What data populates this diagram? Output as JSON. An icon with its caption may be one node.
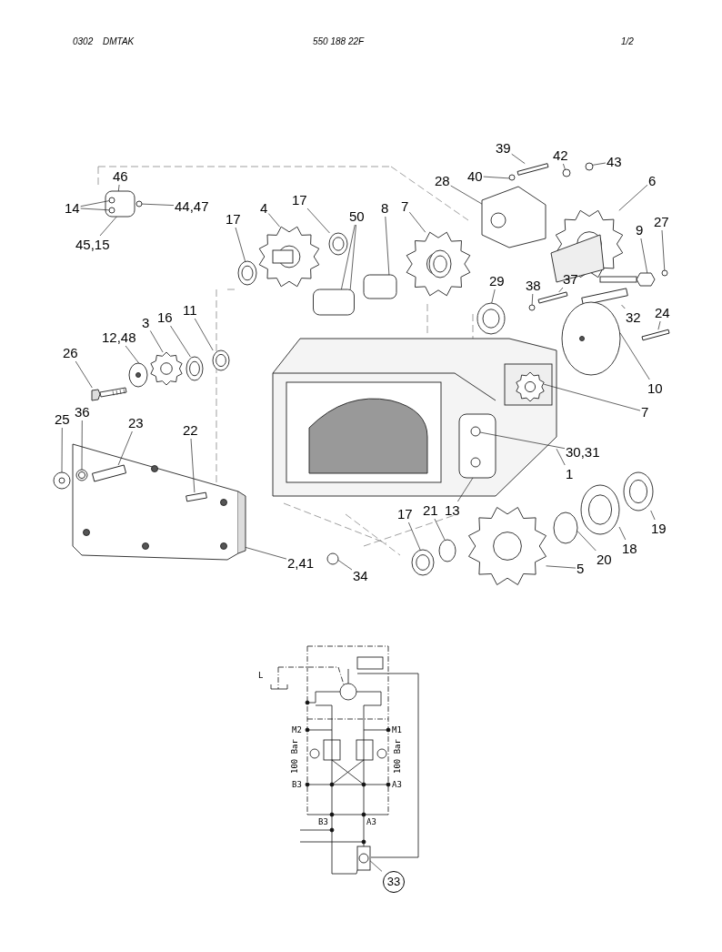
{
  "diagram": {
    "nodes": [
      {
        "text": [
          "39"
        ]
      },
      {
        "text": [
          "42"
        ]
      },
      {
        "text": [
          "43"
        ]
      },
      {
        "text": [
          "46"
        ]
      },
      {
        "text": [
          "40"
        ]
      },
      {
        "text": [
          "28"
        ]
      },
      {
        "text": [
          "6"
        ]
      },
      {
        "text": [
          "14"
        ]
      },
      {
        "text": [
          "44,47"
        ]
      },
      {
        "text": [
          "17"
        ]
      },
      {
        "text": [
          "50"
        ]
      },
      {
        "text": [
          "8"
        ]
      },
      {
        "text": [
          "7"
        ]
      },
      {
        "text": [
          "4"
        ]
      },
      {
        "text": [
          "17"
        ]
      },
      {
        "text": [
          "27"
        ]
      },
      {
        "text": [
          "9"
        ]
      },
      {
        "text": [
          "45,15"
        ]
      },
      {
        "text": [
          "29"
        ]
      },
      {
        "text": [
          "38"
        ]
      },
      {
        "text": [
          "37"
        ]
      },
      {
        "text": [
          "32"
        ]
      },
      {
        "text": [
          "24"
        ]
      },
      {
        "text": [
          "11"
        ]
      },
      {
        "text": [
          "16"
        ]
      },
      {
        "text": [
          "3"
        ]
      },
      {
        "text": [
          "12,48"
        ]
      },
      {
        "text": [
          "26"
        ]
      },
      {
        "text": [
          "10"
        ]
      },
      {
        "text": [
          "7"
        ]
      },
      {
        "text": [
          "36"
        ]
      },
      {
        "text": [
          "25"
        ]
      },
      {
        "text": [
          "23"
        ]
      },
      {
        "text": [
          "22"
        ]
      },
      {
        "text": [
          "30,31"
        ]
      },
      {
        "text": [
          "1"
        ]
      },
      {
        "text": [
          "13"
        ]
      },
      {
        "text": [
          "17"
        ]
      },
      {
        "text": [
          "21"
        ]
      },
      {
        "text": [
          "19"
        ]
      },
      {
        "text": [
          "18"
        ]
      },
      {
        "text": [
          "20"
        ]
      },
      {
        "text": [
          "2,41"
        ]
      },
      {
        "text": [
          "5"
        ]
      },
      {
        "text": [
          "34"
        ]
      },
      {
        "text": [
          "33"
        ]
      },
      {
        "text": [],
        "shape": "box"
      },
      {
        "text": [],
        "shape": "picture"
      },
      {
        "text": [],
        "shape": "picture"
      },
      {
        "text": [],
        "shape": "circle",
        "in": 46
      },
      {
        "text": [],
        "shape": "circle",
        "in": 46
      },
      {
        "text": [],
        "shape": "circle"
      },
      {
        "text": [],
        "shape": "bar"
      },
      {
        "text": [],
        "shape": "circle"
      },
      {
        "text": [],
        "shape": "circle"
      },
      {
        "text": [],
        "shape": "circle"
      },
      {
        "text": [],
        "shape": "picture"
      },
      {
        "text": [],
        "shape": "picture"
      },
      {
        "text": [],
        "shape": "picture"
      },
      {
        "text": [],
        "shape": "box"
      },
      {
        "text": [],
        "shape": "box"
      },
      {
        "text": [],
        "shape": "picture"
      },
      {
        "text": [],
        "shape": "picture"
      },
      {
        "text": [],
        "shape": "picture"
      },
      {
        "text": [],
        "shape": "circle"
      },
      {
        "text": [],
        "shape": "picture"
      },
      {
        "text": [],
        "shape": "picture"
      },
      {
        "text": [],
        "shape": "circle"
      },
      {
        "text": [],
        "shape": "bar"
      },
      {
        "text": [],
        "shape": "bar"
      },
      {
        "text": [],
        "shape": "bar"
      },
      {
        "text": [],
        "shape": "picture"
      },
      {
        "text": [],
        "shape": "picture"
      },
      {
        "text": [],
        "shape": "picture"
      },
      {
        "text": [],
        "shape": "picture"
      },
      {
        "text": [],
        "shape": "picture"
      },
      {
        "text": [],
        "shape": "picture"
      },
      {
        "text": [],
        "shape": "picture",
        "in": 47
      },
      {
        "text": [],
        "shape": "picture",
        "in": 48
      },
      {
        "text": [],
        "shape": "picture"
      },
      {
        "text": [],
        "shape": "bar",
        "in": 48
      },
      {
        "text": [],
        "shape": "bar",
        "in": 48
      },
      {
        "text": [],
        "shape": "box",
        "in": 47
      },
      {
        "text": [],
        "shape": "picture",
        "in": 82
      },
      {
        "text": [],
        "shape": "picture"
      },
      {
        "text": [],
        "shape": "circle"
      },
      {
        "text": [],
        "shape": "picture"
      },
      {
        "text": [],
        "shape": "picture"
      },
      {
        "text": [],
        "shape": "circle"
      },
      {
        "text": [],
        "shape": "picture"
      },
      {
        "text": [],
        "shape": "circle"
      },
      {
        "text": [],
        "shape": "picture"
      }
    ],
    "edges": [
      {
        "from": 0,
        "to": 52,
        "arrow": "none"
      },
      {
        "from": 1,
        "to": 53,
        "arrow": "none"
      },
      {
        "from": 2,
        "to": 54,
        "arrow": "none"
      },
      {
        "from": 3,
        "to": 46,
        "arrow": "none"
      },
      {
        "from": 4,
        "to": 55,
        "arrow": "none"
      },
      {
        "from": 5,
        "to": 56,
        "arrow": "none"
      },
      {
        "from": 6,
        "to": 57,
        "arrow": "none"
      },
      {
        "from": 7,
        "to": 49,
        "arrow": "none"
      },
      {
        "from": 7,
        "to": 50,
        "arrow": "none"
      },
      {
        "from": 8,
        "to": 51,
        "arrow": "none"
      },
      {
        "from": 9,
        "to": 58,
        "arrow": "none"
      },
      {
        "from": 10,
        "to": 59,
        "arrow": "none"
      },
      {
        "from": 10,
        "to": 59,
        "arrow": "none"
      },
      {
        "from": 11,
        "to": 60,
        "arrow": "none"
      },
      {
        "from": 12,
        "to": 61,
        "arrow": "none"
      },
      {
        "from": 13,
        "to": 62,
        "arrow": "none"
      },
      {
        "from": 14,
        "to": 63,
        "arrow": "none"
      },
      {
        "from": 15,
        "to": 64,
        "arrow": "none"
      },
      {
        "from": 16,
        "to": 65,
        "arrow": "none"
      },
      {
        "from": 17,
        "to": 46,
        "arrow": "none"
      },
      {
        "from": 18,
        "to": 66,
        "arrow": "none"
      },
      {
        "from": 19,
        "to": 67,
        "arrow": "none"
      },
      {
        "from": 20,
        "to": 68,
        "arrow": "none"
      },
      {
        "from": 21,
        "to": 69,
        "arrow": "none"
      },
      {
        "from": 22,
        "to": 70,
        "arrow": "none"
      },
      {
        "from": 23,
        "to": 71,
        "arrow": "none"
      },
      {
        "from": 24,
        "to": 72,
        "arrow": "none"
      },
      {
        "from": 25,
        "to": 73,
        "arrow": "none"
      },
      {
        "from": 26,
        "to": 74,
        "arrow": "none"
      },
      {
        "from": 27,
        "to": 75,
        "arrow": "none"
      },
      {
        "from": 28,
        "to": 76,
        "arrow": "none"
      },
      {
        "from": 29,
        "to": 77,
        "arrow": "none"
      },
      {
        "from": 30,
        "to": 78,
        "arrow": "none"
      },
      {
        "from": 31,
        "to": 79,
        "arrow": "none"
      },
      {
        "from": 32,
        "to": 80,
        "arrow": "none"
      },
      {
        "from": 33,
        "to": 81,
        "arrow": "none"
      },
      {
        "from": 34,
        "to": 83,
        "arrow": "none"
      },
      {
        "from": 35,
        "to": 47,
        "arrow": "none"
      },
      {
        "from": 36,
        "to": 82,
        "arrow": "none"
      },
      {
        "from": 37,
        "to": 84,
        "arrow": "none"
      },
      {
        "from": 38,
        "to": 85,
        "arrow": "none"
      },
      {
        "from": 39,
        "to": 86,
        "arrow": "none"
      },
      {
        "from": 40,
        "to": 87,
        "arrow": "none"
      },
      {
        "from": 41,
        "to": 88,
        "arrow": "none"
      },
      {
        "from": 42,
        "to": 48,
        "arrow": "none"
      },
      {
        "from": 43,
        "to": 89,
        "arrow": "none"
      },
      {
        "from": 44,
        "to": 90,
        "arrow": "none"
      },
      {
        "from": 45,
        "to": 91,
        "arrow": "none"
      }
    ],
    "labels": [
      "0302",
      "DMTAK",
      "550 188 22F",
      "1/2",
      "L",
      "M2",
      "M1",
      "100 Bar",
      "100 Bar",
      "B3",
      "A3",
      "B3",
      "A3"
    ]
  }
}
